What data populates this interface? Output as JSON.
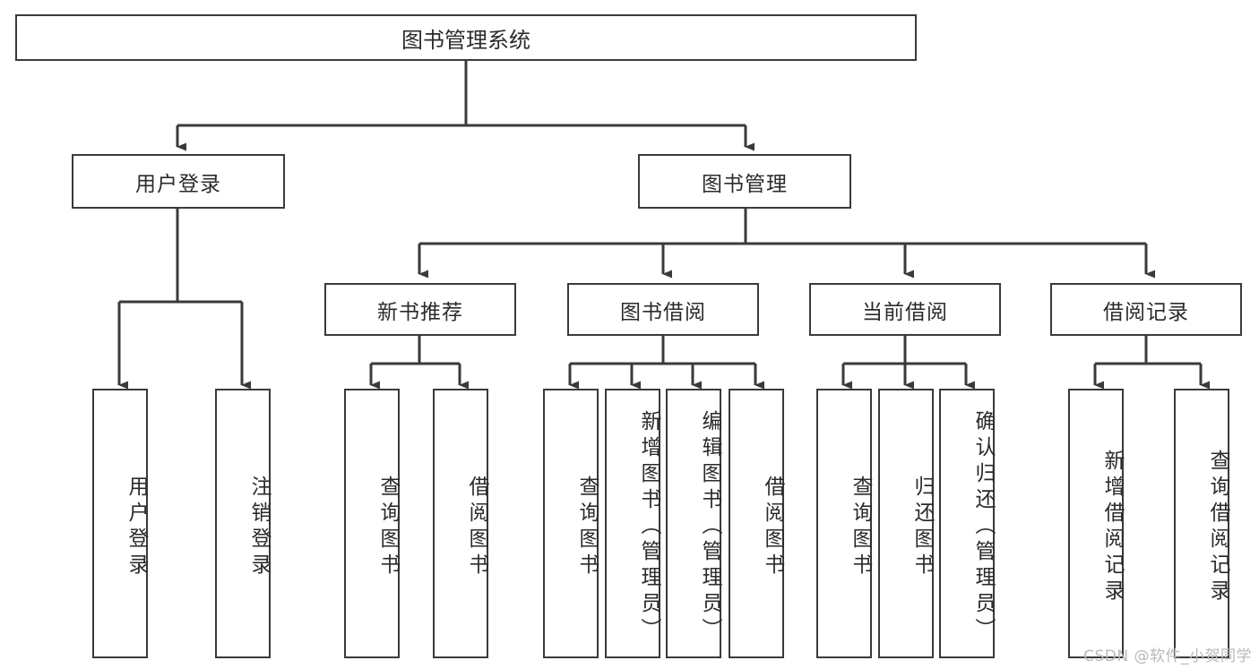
{
  "diagram": {
    "type": "tree",
    "title": "图书管理系统",
    "root": {
      "label": "图书管理系统"
    },
    "level2": [
      {
        "id": "user-login",
        "label": "用户登录"
      },
      {
        "id": "book-manage",
        "label": "图书管理"
      }
    ],
    "level3": [
      {
        "id": "new-book-recommend",
        "label": "新书推荐",
        "parent": "book-manage"
      },
      {
        "id": "book-borrow",
        "label": "图书借阅",
        "parent": "book-manage"
      },
      {
        "id": "current-borrow",
        "label": "当前借阅",
        "parent": "book-manage"
      },
      {
        "id": "borrow-record",
        "label": "借阅记录",
        "parent": "book-manage"
      }
    ],
    "leaves": [
      {
        "id": "leaf-user-login",
        "label": "用户登录",
        "parent": "user-login"
      },
      {
        "id": "leaf-logout",
        "label": "注销登录",
        "parent": "user-login"
      },
      {
        "id": "leaf-query-book-1",
        "label": "查询图书",
        "parent": "new-book-recommend"
      },
      {
        "id": "leaf-borrow-book-1",
        "label": "借阅图书",
        "parent": "new-book-recommend"
      },
      {
        "id": "leaf-query-book-2",
        "label": "查询图书",
        "parent": "book-borrow"
      },
      {
        "id": "leaf-add-book",
        "label": "新增图书（管理员）",
        "parent": "book-borrow"
      },
      {
        "id": "leaf-edit-book",
        "label": "编辑图书（管理员）",
        "parent": "book-borrow"
      },
      {
        "id": "leaf-borrow-book-2",
        "label": "借阅图书",
        "parent": "book-borrow"
      },
      {
        "id": "leaf-query-book-3",
        "label": "查询图书",
        "parent": "current-borrow"
      },
      {
        "id": "leaf-return-book",
        "label": "归还图书",
        "parent": "current-borrow"
      },
      {
        "id": "leaf-confirm-return",
        "label": "确认归还（管理员）",
        "parent": "current-borrow"
      },
      {
        "id": "leaf-add-record",
        "label": "新增借阅记录",
        "parent": "borrow-record"
      },
      {
        "id": "leaf-query-record",
        "label": "查询借阅记录",
        "parent": "borrow-record"
      }
    ],
    "colors": {
      "border": "#3a3a3a",
      "text": "#2b2b2b",
      "background": "#ffffff",
      "watermark": "#b9b9b9"
    }
  },
  "watermark": {
    "text": "CSDN @软件_小贺同学"
  }
}
